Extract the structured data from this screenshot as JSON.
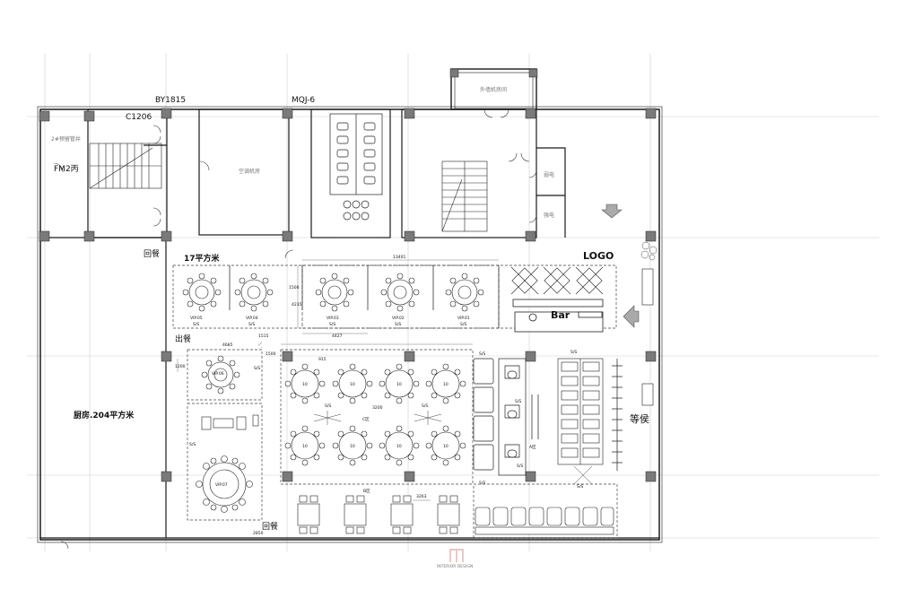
{
  "labels": {
    "grid_top_left": "BY1815",
    "grid_top_mid": "MQJ-6",
    "grid_window": "C1206",
    "pipe_well": "2#预留管井",
    "fire_door": "FM2丙",
    "ac_room": "空调机房",
    "elevator_room": "外墙机房间",
    "weak_elec": "弱电",
    "strong_elec": "强电",
    "return_dining_top": "回餐",
    "area_17": "17平方米",
    "serve_out": "出餐",
    "kitchen": "厨房.204平方米",
    "return_dining_bottom": "回餐",
    "logo": "LOGO",
    "bar": "Bar",
    "waiting": "等侯",
    "zone_a": "A区",
    "zone_b": "B区",
    "zone_c": "C区",
    "watermark": "INTERIOR DESIGN"
  },
  "vip_rooms": [
    {
      "name": "VIP.05",
      "tag": "S/S"
    },
    {
      "name": "VIP.04",
      "tag": "S/S"
    },
    {
      "name": "VIP.03",
      "tag": "S/S"
    },
    {
      "name": "VIP.02",
      "tag": "S/S"
    },
    {
      "name": "VIP.01",
      "tag": "S/S"
    },
    {
      "name": "VIP.06",
      "tag": "S/S"
    },
    {
      "name": "VIP.07",
      "tag": "S/S"
    }
  ],
  "dims": {
    "d13401": "13401",
    "d1500a": "1500",
    "d4235": "4235",
    "d4427": "4427",
    "d4685": "4685",
    "d1515": "1515",
    "d1500b": "1500",
    "d1200": "1200",
    "d3200": "3200",
    "d3263": "3263",
    "d915": "915",
    "d2850": "2850"
  },
  "ss_tag": "S/S",
  "table_label": "10",
  "colors": {
    "line": "#1a1a1a",
    "column": "#7a7a7a",
    "light": "#9a9a9a"
  }
}
